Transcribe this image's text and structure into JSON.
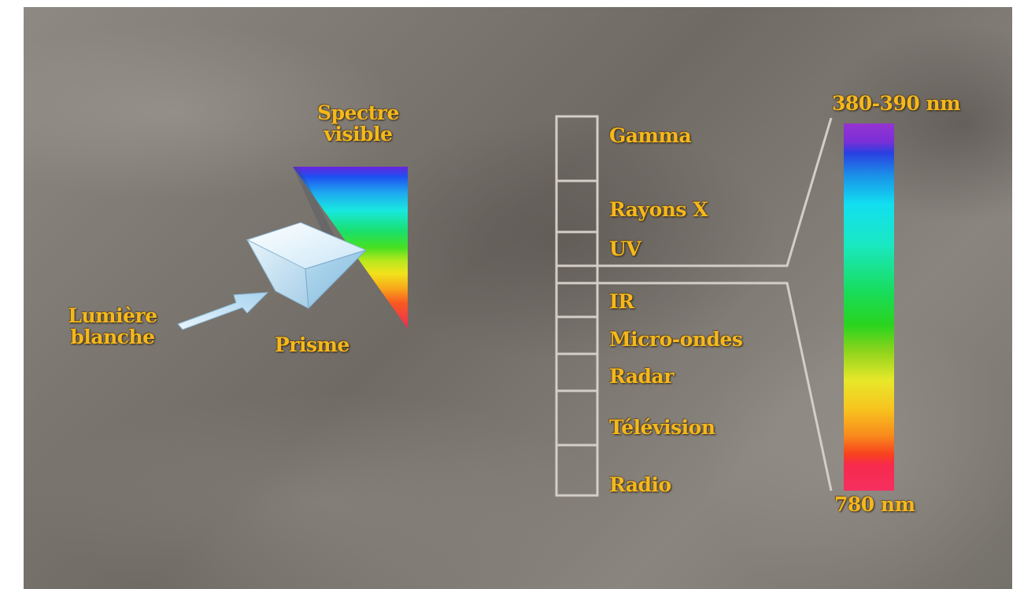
{
  "labels": {
    "visible_spectrum": [
      "Spectre",
      "visible"
    ],
    "white_light": [
      "Lumière",
      "blanche"
    ],
    "prism": "Prisme",
    "wavelength_top": "380-390 nm",
    "wavelength_bottom": "780 nm"
  },
  "spectrum_bands": [
    "Gamma",
    "Rayons X",
    "UV",
    "IR",
    "Micro-ondes",
    "Radar",
    "Télévision",
    "Radio"
  ],
  "colors": {
    "label_text": "#f5b81c",
    "outline": "#d4cfc6",
    "background": "#7d7872"
  }
}
